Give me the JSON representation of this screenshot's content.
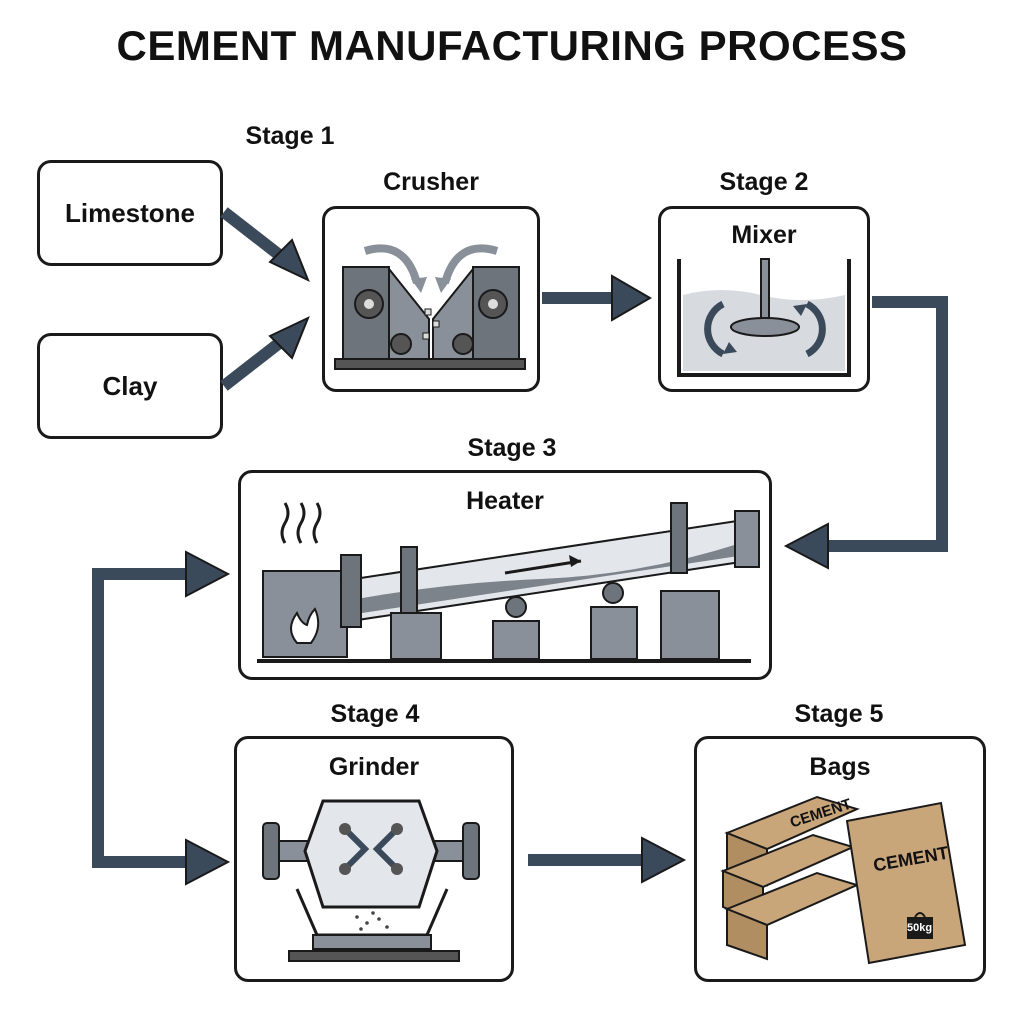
{
  "title": "CEMENT MANUFACTURING PROCESS",
  "inputs": {
    "limestone": "Limestone",
    "clay": "Clay"
  },
  "stages": {
    "s1": {
      "stage": "Stage 1",
      "name": "Crusher"
    },
    "s2": {
      "stage": "Stage 2",
      "name": "Mixer"
    },
    "s3": {
      "stage": "Stage 3",
      "name": "Heater"
    },
    "s4": {
      "stage": "Stage 4",
      "name": "Grinder"
    },
    "s5": {
      "stage": "Stage 5",
      "name": "Bags"
    }
  },
  "bag_labels": {
    "front": "CEMENT",
    "back": "CEMENT",
    "weight": "50kg"
  },
  "colors": {
    "arrow": "#3b4a5a",
    "outline": "#1a1a1a",
    "metal": "#8a9099",
    "bag": "#c9a57a"
  }
}
